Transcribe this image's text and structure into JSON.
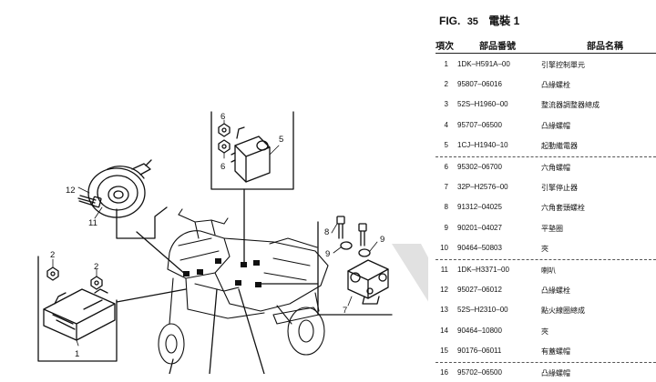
{
  "figure": {
    "label": "FIG.",
    "number": "35",
    "name": "電裝 1"
  },
  "table": {
    "headers": {
      "item": "項次",
      "part_no": "部品番號",
      "part_name": "部品名稱"
    },
    "rows": [
      {
        "no": "1",
        "part": "1DK–H591A–00",
        "name": "引擎控制單元"
      },
      {
        "no": "2",
        "part": "95807–06016",
        "name": "凸緣螺栓"
      },
      {
        "no": "3",
        "part": "52S–H1960–00",
        "name": "整流器調整器總成"
      },
      {
        "no": "4",
        "part": "95707–06500",
        "name": "凸緣螺帽"
      },
      {
        "no": "5",
        "part": "1CJ–H1940–10",
        "name": "起動繼電器"
      },
      {
        "no": "6",
        "part": "95302–06700",
        "name": "六角螺帽"
      },
      {
        "no": "7",
        "part": "32P–H2576–00",
        "name": "引擎停止器"
      },
      {
        "no": "8",
        "part": "91312–04025",
        "name": "六角套頭螺栓"
      },
      {
        "no": "9",
        "part": "90201–04027",
        "name": "平墊圈"
      },
      {
        "no": "10",
        "part": "90464–50803",
        "name": "夾"
      },
      {
        "no": "11",
        "part": "1DK–H3371–00",
        "name": "喇叭"
      },
      {
        "no": "12",
        "part": "95027–06012",
        "name": "凸緣螺栓"
      },
      {
        "no": "13",
        "part": "52S–H2310–00",
        "name": "點火線圈總成"
      },
      {
        "no": "14",
        "part": "90464–10800",
        "name": "夾"
      },
      {
        "no": "15",
        "part": "90176–06011",
        "name": "有蓋螺帽"
      },
      {
        "no": "16",
        "part": "95702–06500",
        "name": "凸緣螺帽"
      }
    ]
  },
  "diagram": {
    "callouts": [
      "1",
      "2",
      "2",
      "5",
      "6",
      "6",
      "7",
      "8",
      "9",
      "9",
      "11",
      "12"
    ]
  }
}
